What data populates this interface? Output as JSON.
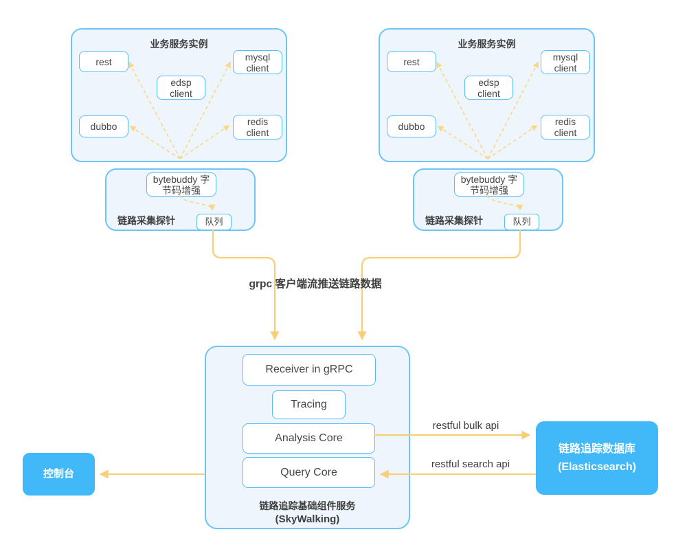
{
  "colors": {
    "arrow_yellow": "#F7CF76",
    "arrow_yellow_light": "#F9D787",
    "panel_fill": "#EEF5FD",
    "panel_border": "#6CC5F7",
    "node_border": "#56BDF8",
    "solid_blue": "#41B8F7",
    "text_dark": "#3F3F3F"
  },
  "groups": [
    {
      "title": "业务服务实例",
      "nodes": {
        "rest": "rest",
        "edsp": "edsp client",
        "mysql": "mysql client",
        "dubbo": "dubbo",
        "redis": "redis client"
      },
      "probe": {
        "enhancer": "bytebuddy 字节码增强",
        "label": "链路采集探针",
        "queue": "队列"
      }
    },
    {
      "title": "业务服务实例",
      "nodes": {
        "rest": "rest",
        "edsp": "edsp client",
        "mysql": "mysql client",
        "dubbo": "dubbo",
        "redis": "redis client"
      },
      "probe": {
        "enhancer": "bytebuddy 字节码增强",
        "label": "链路采集探针",
        "queue": "队列"
      }
    }
  ],
  "flow_label": "grpc 客户端流推送链路数据",
  "server": {
    "receiver": "Receiver in gRPC",
    "tracing": "Tracing",
    "analysis": "Analysis Core",
    "query": "Query Core",
    "caption_line1": "链路追踪基础组件服务",
    "caption_line2": "(SkyWalking)"
  },
  "storage": {
    "line1": "链路追踪数据库",
    "line2": "(Elasticsearch)"
  },
  "console_label": "控制台",
  "api": {
    "bulk": "restful bulk api",
    "search": "restful search api"
  }
}
